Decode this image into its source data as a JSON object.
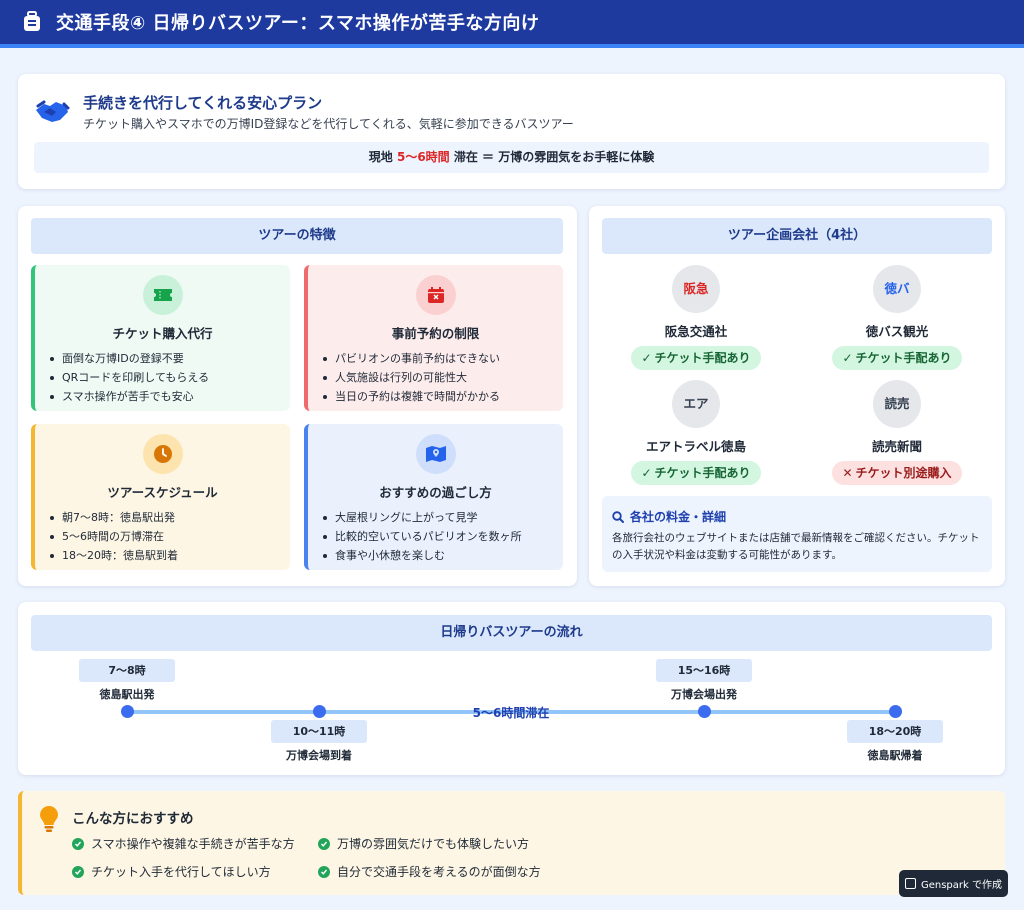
{
  "header": {
    "title": "交通手段④ 日帰りバスツアー：スマホ操作が苦手な方向け"
  },
  "intro": {
    "title": "手続きを代行してくれる安心プラン",
    "subtitle": "チケット購入やスマホでの万博ID登録などを代行してくれる、気軽に参加できるバスツアー",
    "bar_prefix": "現地 ",
    "bar_highlight": "5〜6時間",
    "bar_suffix": " 滞在 ＝ 万博の雰囲気をお手軽に体験"
  },
  "features": {
    "title": "ツアーの特徴",
    "cards": [
      {
        "icon": "ticket-icon",
        "title": "チケット購入代行",
        "items": [
          "面倒な万博IDの登録不要",
          "QRコードを印刷してもらえる",
          "スマホ操作が苦手でも安心"
        ]
      },
      {
        "icon": "calendar-x-icon",
        "title": "事前予約の制限",
        "items": [
          "パビリオンの事前予約はできない",
          "人気施設は行列の可能性大",
          "当日の予約は複雑で時間がかかる"
        ]
      },
      {
        "icon": "clock-icon",
        "title": "ツアースケジュール",
        "items": [
          "朝7〜8時：徳島駅出発",
          "5〜6時間の万博滞在",
          "18〜20時：徳島駅到着"
        ]
      },
      {
        "icon": "map-pin-icon",
        "title": "おすすめの過ごし方",
        "items": [
          "大屋根リングに上がって見学",
          "比較的空いているパビリオンを数ヶ所",
          "食事や小休憩を楽しむ"
        ]
      }
    ]
  },
  "companies": {
    "title": "ツアー企画会社（4社）",
    "list": [
      {
        "logo": "阪急",
        "logo_color": "#dc2626",
        "name": "阪急交通社",
        "status": "チケット手配あり",
        "ok": true
      },
      {
        "logo": "徳バ",
        "logo_color": "#2563eb",
        "name": "徳バス観光",
        "status": "チケット手配あり",
        "ok": true
      },
      {
        "logo": "エア",
        "logo_color": "#374151",
        "name": "エアトラベル徳島",
        "status": "チケット手配あり",
        "ok": true
      },
      {
        "logo": "読売",
        "logo_color": "#374151",
        "name": "読売新聞",
        "status": "チケット別途購入",
        "ok": false
      }
    ],
    "info_title": "各社の料金・詳細",
    "info_text": "各旅行会社のウェブサイトまたは店舗で最新情報をご確認ください。チケットの入手状況や料金は変動する可能性があります。"
  },
  "flow": {
    "title": "日帰りバスツアーの流れ",
    "stay": "5〜6時間滞在",
    "points": [
      {
        "time": "7〜8時",
        "place": "徳島駅出発"
      },
      {
        "time": "10〜11時",
        "place": "万博会場到着"
      },
      {
        "time": "15〜16時",
        "place": "万博会場出発"
      },
      {
        "time": "18〜20時",
        "place": "徳島駅帰着"
      }
    ]
  },
  "recommend": {
    "title": "こんな方におすすめ",
    "items": [
      "スマホ操作や複雑な手続きが苦手な方",
      "万博の雰囲気だけでも体験したい方",
      "チケット入手を代行してほしい方",
      "自分で交通手段を考えるのが面倒な方"
    ]
  },
  "badge": {
    "label": "Genspark で作成"
  },
  "colors": {
    "header": "#1e3a9f",
    "accent": "#3b82f6",
    "highlight": "#dc2626"
  }
}
